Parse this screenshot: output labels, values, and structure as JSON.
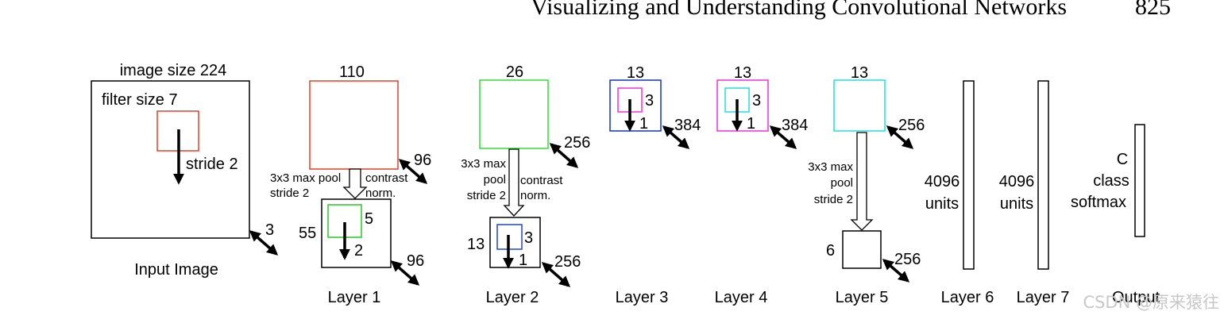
{
  "header": {
    "running_title": "Visualizing and Understanding Convolutional Networks",
    "page_number": "825"
  },
  "input": {
    "image_size": "image size 224",
    "filter_size": "filter size 7",
    "stride": "stride 2",
    "depth": "3",
    "caption": "Input Image"
  },
  "layer1": {
    "top_size": "110",
    "top_depth": "96",
    "pool_line1": "3x3 max pool",
    "pool_line2": "stride 2",
    "norm_line1": "contrast",
    "norm_line2": "norm.",
    "bottom_size": "55",
    "filter_size": "5",
    "stride": "2",
    "bottom_depth": "96",
    "caption": "Layer 1"
  },
  "layer2": {
    "top_size": "26",
    "top_depth": "256",
    "pool_line1": "3x3 max",
    "pool_line2": "pool",
    "pool_line3": "stride 2",
    "norm_line1": "contrast",
    "norm_line2": "norm.",
    "bottom_size": "13",
    "filter_size": "3",
    "stride": "1",
    "bottom_depth": "256",
    "caption": "Layer 2"
  },
  "layer3": {
    "size": "13",
    "filter_size": "3",
    "stride": "1",
    "depth": "384",
    "caption": "Layer 3"
  },
  "layer4": {
    "size": "13",
    "filter_size": "3",
    "stride": "1",
    "depth": "384",
    "caption": "Layer 4"
  },
  "layer5": {
    "top_size": "13",
    "top_depth": "256",
    "pool_line1": "3x3 max",
    "pool_line2": "pool",
    "pool_line3": "stride 2",
    "bottom_size": "6",
    "bottom_depth": "256",
    "caption": "Layer 5"
  },
  "layer6": {
    "line1": "4096",
    "line2": "units",
    "caption": "Layer 6"
  },
  "layer7": {
    "line1": "4096",
    "line2": "units",
    "caption": "Layer 7"
  },
  "output": {
    "line1": "C",
    "line2": "class",
    "line3": "softmax",
    "caption": "Output"
  },
  "watermark": "CSDN @原来猿往",
  "colors": {
    "layer1_box": "#e0402a",
    "layer1_filter": "#22cc22",
    "layer2_box": "#33dd33",
    "layer2_filter": "#2244cc",
    "layer3_box": "#1133bb",
    "layer3_filter": "#ee33dd",
    "layer4_box": "#ee33dd",
    "layer4_filter": "#22dddd",
    "layer5_box": "#22dddd"
  }
}
